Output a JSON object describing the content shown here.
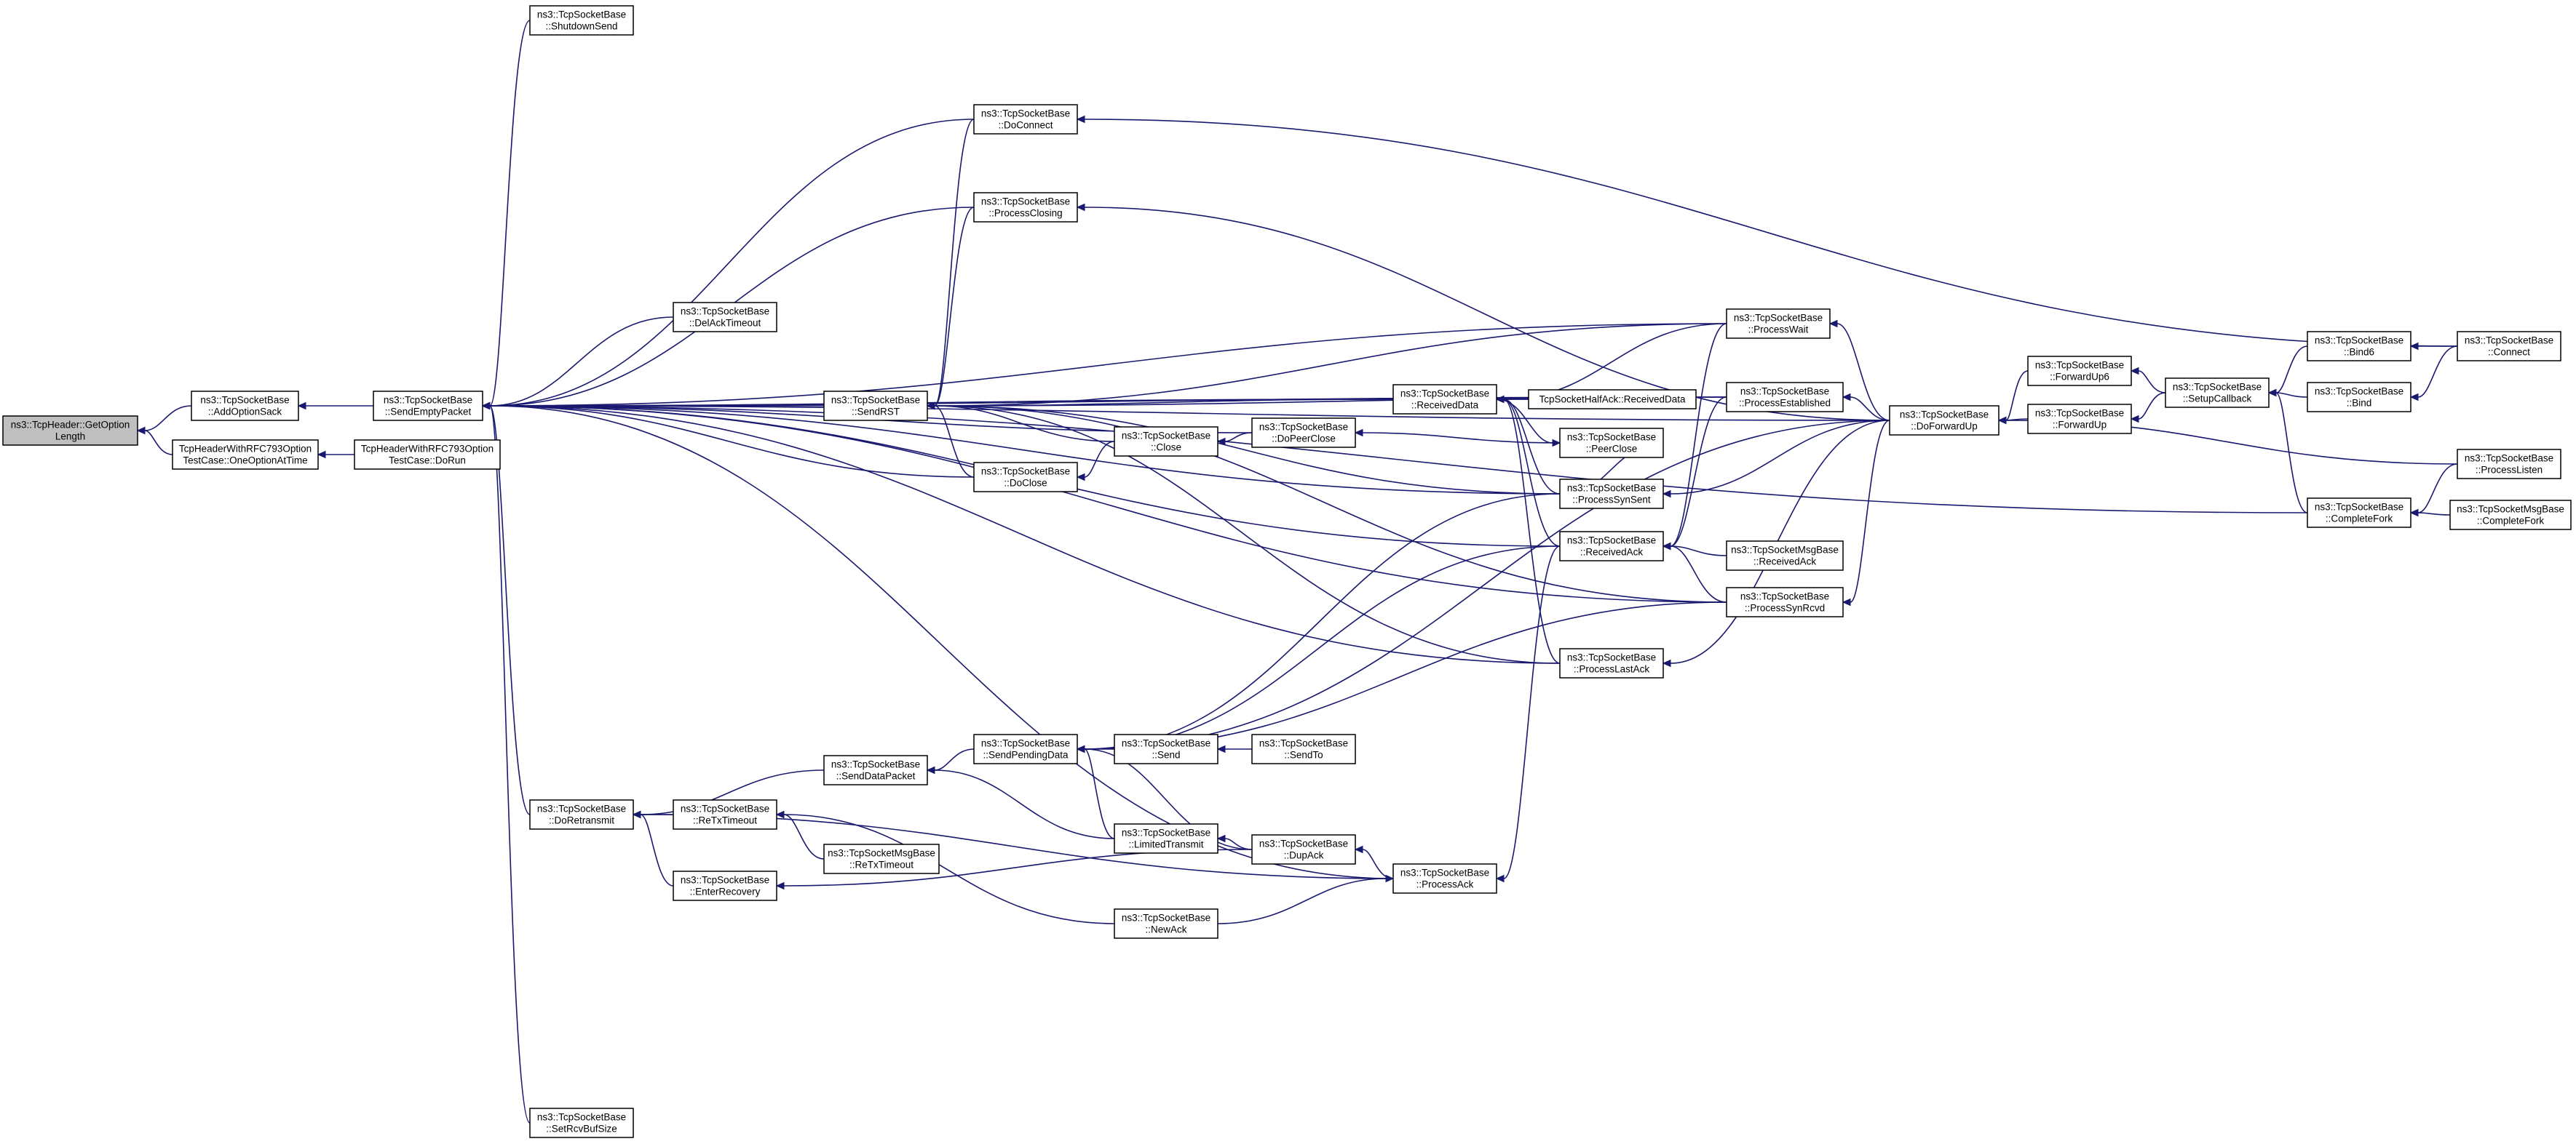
{
  "colors": {
    "edge": "#191970",
    "root_fill": "#bfbfbf",
    "node_fill": "#ffffff",
    "border": "#000000"
  },
  "nodes": [
    {
      "id": "getoptionlength",
      "lines": [
        "ns3::TcpHeader::GetOption",
        "Length"
      ],
      "root": true
    },
    {
      "id": "addoptionsack",
      "lines": [
        "ns3::TcpSocketBase",
        "::AddOptionSack"
      ]
    },
    {
      "id": "oneoptionattime",
      "lines": [
        "TcpHeaderWithRFC793Option",
        "TestCase::OneOptionAtTime"
      ]
    },
    {
      "id": "testcase_dorun",
      "lines": [
        "TcpHeaderWithRFC793Option",
        "TestCase::DoRun"
      ]
    },
    {
      "id": "sendemptypacket",
      "lines": [
        "ns3::TcpSocketBase",
        "::SendEmptyPacket"
      ]
    },
    {
      "id": "shutdownsend",
      "lines": [
        "ns3::TcpSocketBase",
        "::ShutdownSend"
      ]
    },
    {
      "id": "setrcvbufsize",
      "lines": [
        "ns3::TcpSocketBase",
        "::SetRcvBufSize"
      ]
    },
    {
      "id": "dataacktimeout",
      "lines": [
        "ns3::TcpSocketBase",
        "::DelAckTimeout"
      ]
    },
    {
      "id": "sendrst",
      "lines": [
        "ns3::TcpSocketBase",
        "::SendRST"
      ]
    },
    {
      "id": "doretransmit",
      "lines": [
        "ns3::TcpSocketBase",
        "::DoRetransmit"
      ]
    },
    {
      "id": "retxtimeout",
      "lines": [
        "ns3::TcpSocketBase",
        "::ReTxTimeout"
      ]
    },
    {
      "id": "enterrecovery",
      "lines": [
        "ns3::TcpSocketBase",
        "::EnterRecovery"
      ]
    },
    {
      "id": "senddatapacket",
      "lines": [
        "ns3::TcpSocketBase",
        "::SendDataPacket"
      ]
    },
    {
      "id": "msg_retxtimeout",
      "lines": [
        "ns3::TcpSocketMsgBase",
        "::ReTxTimeout"
      ]
    },
    {
      "id": "doconnect",
      "lines": [
        "ns3::TcpSocketBase",
        "::DoConnect"
      ]
    },
    {
      "id": "processclosing",
      "lines": [
        "ns3::TcpSocketBase",
        "::ProcessClosing"
      ]
    },
    {
      "id": "doclose",
      "lines": [
        "ns3::TcpSocketBase",
        "::DoClose"
      ]
    },
    {
      "id": "sendpendingdata",
      "lines": [
        "ns3::TcpSocketBase",
        "::SendPendingData"
      ]
    },
    {
      "id": "close",
      "lines": [
        "ns3::TcpSocketBase",
        "::Close"
      ]
    },
    {
      "id": "send",
      "lines": [
        "ns3::TcpSocketBase",
        "::Send"
      ]
    },
    {
      "id": "limitedtransmit",
      "lines": [
        "ns3::TcpSocketBase",
        "::LimitedTransmit"
      ]
    },
    {
      "id": "newack",
      "lines": [
        "ns3::TcpSocketBase",
        "::NewAck"
      ]
    },
    {
      "id": "dopeerclose",
      "lines": [
        "ns3::TcpSocketBase",
        "::DoPeerClose"
      ]
    },
    {
      "id": "sendto",
      "lines": [
        "ns3::TcpSocketBase",
        "::SendTo"
      ]
    },
    {
      "id": "dupack",
      "lines": [
        "ns3::TcpSocketBase",
        "::DupAck"
      ]
    },
    {
      "id": "receiveddata",
      "lines": [
        "ns3::TcpSocketBase",
        "::ReceivedData"
      ]
    },
    {
      "id": "processack",
      "lines": [
        "ns3::TcpSocketBase",
        "::ProcessAck"
      ]
    },
    {
      "id": "halfack_receiveddata",
      "lines": [
        "TcpSocketHalfAck::ReceivedData"
      ]
    },
    {
      "id": "peerclose",
      "lines": [
        "ns3::TcpSocketBase",
        "::PeerClose"
      ]
    },
    {
      "id": "processsynsent",
      "lines": [
        "ns3::TcpSocketBase",
        "::ProcessSynSent"
      ]
    },
    {
      "id": "receivedack",
      "lines": [
        "ns3::TcpSocketBase",
        "::ReceivedAck"
      ]
    },
    {
      "id": "processlastack",
      "lines": [
        "ns3::TcpSocketBase",
        "::ProcessLastAck"
      ]
    },
    {
      "id": "processwait",
      "lines": [
        "ns3::TcpSocketBase",
        "::ProcessWait"
      ]
    },
    {
      "id": "processestablished",
      "lines": [
        "ns3::TcpSocketBase",
        "::ProcessEstablished"
      ]
    },
    {
      "id": "msg_receivedack",
      "lines": [
        "ns3::TcpSocketMsgBase",
        "::ReceivedAck"
      ]
    },
    {
      "id": "processsynrcvd",
      "lines": [
        "ns3::TcpSocketBase",
        "::ProcessSynRcvd"
      ]
    },
    {
      "id": "doforwardup",
      "lines": [
        "ns3::TcpSocketBase",
        "::DoForwardUp"
      ]
    },
    {
      "id": "forwardup6",
      "lines": [
        "ns3::TcpSocketBase",
        "::ForwardUp6"
      ]
    },
    {
      "id": "forwardup",
      "lines": [
        "ns3::TcpSocketBase",
        "::ForwardUp"
      ]
    },
    {
      "id": "setupcallback",
      "lines": [
        "ns3::TcpSocketBase",
        "::SetupCallback"
      ]
    },
    {
      "id": "bind6",
      "lines": [
        "ns3::TcpSocketBase",
        "::Bind6"
      ]
    },
    {
      "id": "bind",
      "lines": [
        "ns3::TcpSocketBase",
        "::Bind"
      ]
    },
    {
      "id": "completefork",
      "lines": [
        "ns3::TcpSocketBase",
        "::CompleteFork"
      ]
    },
    {
      "id": "connect",
      "lines": [
        "ns3::TcpSocketBase",
        "::Connect"
      ]
    },
    {
      "id": "processlisten",
      "lines": [
        "ns3::TcpSocketBase",
        "::ProcessListen"
      ]
    },
    {
      "id": "msg_completefork",
      "lines": [
        "ns3::TcpSocketMsgBase",
        "::CompleteFork"
      ]
    }
  ],
  "edges": [
    [
      "addoptionsack",
      "getoptionlength"
    ],
    [
      "oneoptionattime",
      "getoptionlength"
    ],
    [
      "testcase_dorun",
      "oneoptionattime"
    ],
    [
      "sendemptypacket",
      "addoptionsack"
    ],
    [
      "shutdownsend",
      "sendemptypacket"
    ],
    [
      "setrcvbufsize",
      "sendemptypacket"
    ],
    [
      "doconnect",
      "sendemptypacket"
    ],
    [
      "processclosing",
      "sendemptypacket"
    ],
    [
      "dataacktimeout",
      "sendemptypacket"
    ],
    [
      "sendrst",
      "sendemptypacket"
    ],
    [
      "doclose",
      "sendemptypacket"
    ],
    [
      "doretransmit",
      "sendemptypacket"
    ],
    [
      "receiveddata",
      "sendemptypacket"
    ],
    [
      "processwait",
      "sendemptypacket"
    ],
    [
      "processestablished",
      "sendemptypacket"
    ],
    [
      "processsynsent",
      "sendemptypacket"
    ],
    [
      "processsynrcvd",
      "sendemptypacket"
    ],
    [
      "dopeerclose",
      "sendemptypacket"
    ],
    [
      "processack",
      "sendemptypacket"
    ],
    [
      "receivedack",
      "sendemptypacket"
    ],
    [
      "processlastack",
      "sendemptypacket"
    ],
    [
      "doforwardup",
      "sendemptypacket"
    ],
    [
      "completefork",
      "sendemptypacket"
    ],
    [
      "doconnect",
      "sendrst"
    ],
    [
      "processclosing",
      "sendrst"
    ],
    [
      "close",
      "sendrst"
    ],
    [
      "doclose",
      "sendrst"
    ],
    [
      "receiveddata",
      "sendrst"
    ],
    [
      "processsynsent",
      "sendrst"
    ],
    [
      "processsynrcvd",
      "sendrst"
    ],
    [
      "processestablished",
      "sendrst"
    ],
    [
      "processlastack",
      "sendrst"
    ],
    [
      "processwait",
      "sendrst"
    ],
    [
      "close",
      "doclose"
    ],
    [
      "dopeerclose",
      "close"
    ],
    [
      "peerclose",
      "dopeerclose"
    ],
    [
      "receiveddata",
      "peerclose"
    ],
    [
      "halfack_receiveddata",
      "receiveddata"
    ],
    [
      "processwait",
      "receiveddata"
    ],
    [
      "processestablished",
      "receiveddata"
    ],
    [
      "processsynsent",
      "receiveddata"
    ],
    [
      "receivedack",
      "receiveddata"
    ],
    [
      "processlastack",
      "receiveddata"
    ],
    [
      "peerclose",
      "processsynsent"
    ],
    [
      "processwait",
      "receivedack"
    ],
    [
      "processestablished",
      "receivedack"
    ],
    [
      "msg_receivedack",
      "receivedack"
    ],
    [
      "processsynrcvd",
      "receivedack"
    ],
    [
      "doforwardup",
      "processwait"
    ],
    [
      "doforwardup",
      "processestablished"
    ],
    [
      "doforwardup",
      "processsynsent"
    ],
    [
      "doforwardup",
      "processsynrcvd"
    ],
    [
      "doforwardup",
      "processlastack"
    ],
    [
      "doforwardup",
      "processclosing"
    ],
    [
      "forwardup6",
      "doforwardup"
    ],
    [
      "forwardup",
      "doforwardup"
    ],
    [
      "setupcallback",
      "forwardup6"
    ],
    [
      "setupcallback",
      "forwardup"
    ],
    [
      "bind6",
      "setupcallback"
    ],
    [
      "bind",
      "setupcallback"
    ],
    [
      "completefork",
      "setupcallback"
    ],
    [
      "connect",
      "bind6"
    ],
    [
      "connect",
      "bind"
    ],
    [
      "processlisten",
      "completefork"
    ],
    [
      "msg_completefork",
      "completefork"
    ],
    [
      "processlisten",
      "doforwardup"
    ],
    [
      "connect",
      "doconnect"
    ],
    [
      "retxtimeout",
      "doretransmit"
    ],
    [
      "enterrecovery",
      "doretransmit"
    ],
    [
      "processack",
      "doretransmit"
    ],
    [
      "senddatapacket",
      "doretransmit"
    ],
    [
      "msg_retxtimeout",
      "retxtimeout"
    ],
    [
      "newack",
      "retxtimeout"
    ],
    [
      "dupack",
      "enterrecovery"
    ],
    [
      "sendpendingdata",
      "senddatapacket"
    ],
    [
      "limitedtransmit",
      "senddatapacket"
    ],
    [
      "send",
      "sendpendingdata"
    ],
    [
      "sendto",
      "send"
    ],
    [
      "limitedtransmit",
      "sendpendingdata"
    ],
    [
      "dupack",
      "sendpendingdata"
    ],
    [
      "dupack",
      "limitedtransmit"
    ],
    [
      "processack",
      "dupack"
    ],
    [
      "newack",
      "processack"
    ],
    [
      "receivedack",
      "processack"
    ],
    [
      "processsynsent",
      "sendpendingdata"
    ],
    [
      "receivedack",
      "sendpendingdata"
    ],
    [
      "doforwardup",
      "sendpendingdata"
    ],
    [
      "processsynrcvd",
      "sendpendingdata"
    ]
  ]
}
